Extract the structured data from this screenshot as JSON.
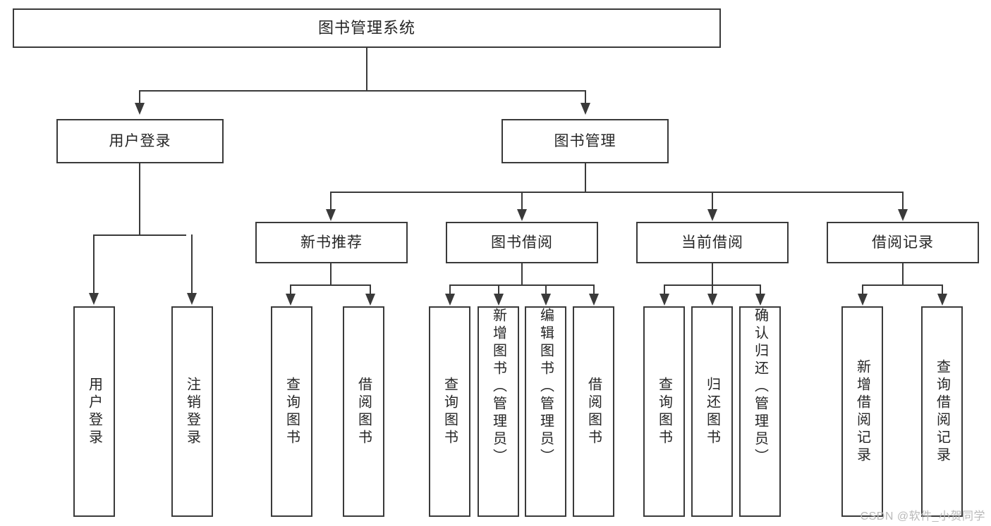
{
  "diagram": {
    "title": "图书管理系统",
    "type": "tree",
    "watermark": "CSDN @软件_小贺同学",
    "colors": {
      "stroke": "#3a3a3a",
      "fill": "#ffffff",
      "text": "#262626",
      "watermark": "#b9b9b9"
    },
    "levels": {
      "root": {
        "label": "图书管理系统"
      },
      "level2": [
        {
          "label": "用户登录"
        },
        {
          "label": "图书管理"
        }
      ],
      "level3": [
        {
          "label": "新书推荐"
        },
        {
          "label": "图书借阅"
        },
        {
          "label": "当前借阅"
        },
        {
          "label": "借阅记录"
        }
      ],
      "leaves": {
        "user_login": [
          {
            "label": "用户登录"
          },
          {
            "label": "注销登录"
          }
        ],
        "new_book": [
          {
            "label": "查询图书"
          },
          {
            "label": "借阅图书"
          }
        ],
        "book_borrow": [
          {
            "label": "查询图书"
          },
          {
            "label": "新增图书（管理员）"
          },
          {
            "label": "编辑图书（管理员）"
          },
          {
            "label": "借阅图书"
          }
        ],
        "current_borrow": [
          {
            "label": "查询图书"
          },
          {
            "label": "归还图书"
          },
          {
            "label": "确认归还（管理员）"
          }
        ],
        "borrow_record": [
          {
            "label": "新增借阅记录"
          },
          {
            "label": "查询借阅记录"
          }
        ]
      }
    }
  }
}
